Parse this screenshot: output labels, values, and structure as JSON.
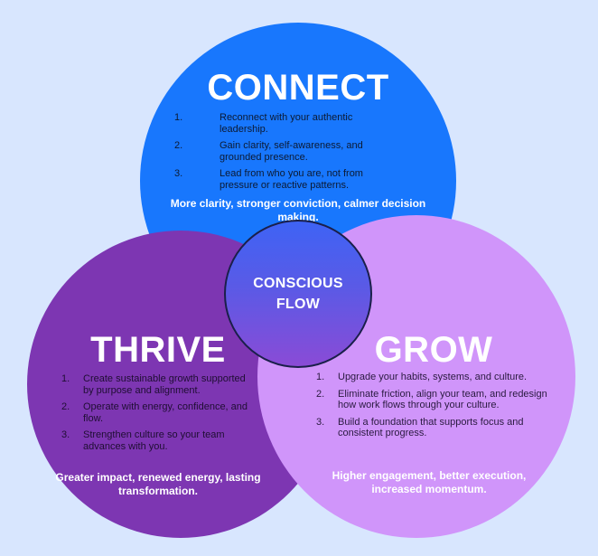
{
  "diagram": {
    "background_color": "#d8e6fe",
    "center": {
      "label_line1": "CONSCIOUS",
      "label_line2": "FLOW",
      "gradient_top": "#3e63f5",
      "gradient_bottom": "#8a4bd6"
    },
    "circles": [
      {
        "id": "connect",
        "title": "CONNECT",
        "color": "#1877fd",
        "items": [
          {
            "num": "1.",
            "text": "Reconnect with your authentic leadership."
          },
          {
            "num": "2.",
            "text": "Gain clarity, self-awareness, and grounded presence."
          },
          {
            "num": "3.",
            "text": "Lead from who you are, not from pressure or reactive patterns."
          }
        ],
        "outcome": "More clarity, stronger conviction, calmer decision making."
      },
      {
        "id": "thrive",
        "title": "THRIVE",
        "color": "#7d36b2",
        "items": [
          {
            "num": "1.",
            "text": "Create sustainable growth supported by purpose and alignment."
          },
          {
            "num": "2.",
            "text": "Operate with energy, confidence, and flow."
          },
          {
            "num": "3.",
            "text": "Strengthen culture so your team advances with you."
          }
        ],
        "outcome": "Greater impact, renewed energy, lasting transformation."
      },
      {
        "id": "grow",
        "title": "GROW",
        "color": "#d095fa",
        "items": [
          {
            "num": "1.",
            "text": "Upgrade your habits, systems, and culture."
          },
          {
            "num": "2.",
            "text": "Eliminate friction, align your team, and redesign how work flows through your culture."
          },
          {
            "num": "3.",
            "text": "Build a foundation that supports focus and consistent progress."
          }
        ],
        "outcome": "Higher engagement, better execution, increased momentum."
      }
    ]
  }
}
